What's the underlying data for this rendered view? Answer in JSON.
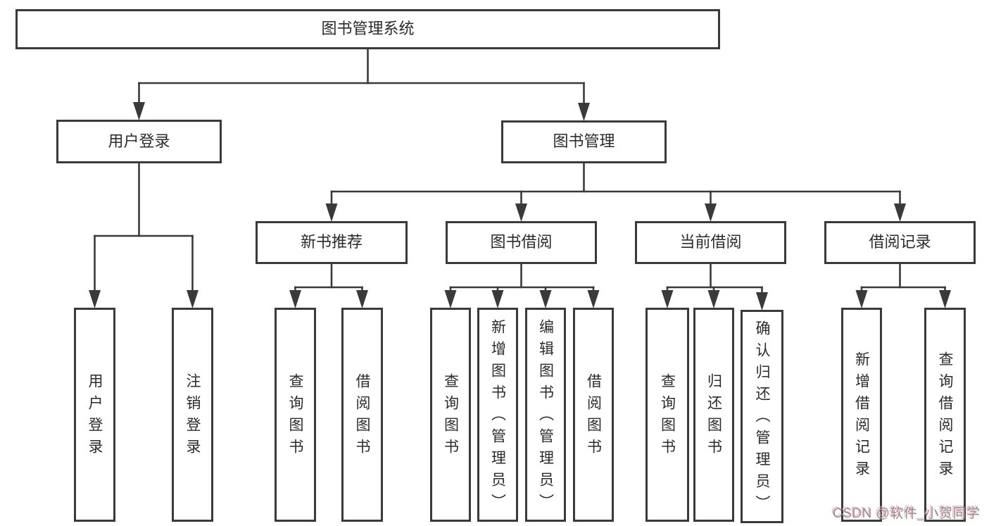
{
  "diagram": {
    "type": "tree",
    "title": "图书管理系统",
    "nodes": [
      {
        "id": "root",
        "label": "图书管理系统",
        "parent": null
      },
      {
        "id": "user-login",
        "label": "用户登录",
        "parent": "root"
      },
      {
        "id": "book-mgmt",
        "label": "图书管理",
        "parent": "root"
      },
      {
        "id": "new-book-rec",
        "label": "新书推荐",
        "parent": "book-mgmt"
      },
      {
        "id": "book-borrow",
        "label": "图书借阅",
        "parent": "book-mgmt"
      },
      {
        "id": "current-borrow",
        "label": "当前借阅",
        "parent": "book-mgmt"
      },
      {
        "id": "borrow-records",
        "label": "借阅记录",
        "parent": "book-mgmt"
      },
      {
        "id": "leaf-user-login",
        "label": "用户登录",
        "parent": "user-login"
      },
      {
        "id": "leaf-logout",
        "label": "注销登录",
        "parent": "user-login"
      },
      {
        "id": "leaf-query-books-1",
        "label": "查询图书",
        "parent": "new-book-rec"
      },
      {
        "id": "leaf-borrow-books-1",
        "label": "借阅图书",
        "parent": "new-book-rec"
      },
      {
        "id": "leaf-query-books-2",
        "label": "查询图书",
        "parent": "book-borrow"
      },
      {
        "id": "leaf-add-book",
        "label": "新增图书（管理员）",
        "parent": "book-borrow"
      },
      {
        "id": "leaf-edit-book",
        "label": "编辑图书（管理员）",
        "parent": "book-borrow"
      },
      {
        "id": "leaf-borrow-books-2",
        "label": "借阅图书",
        "parent": "book-borrow"
      },
      {
        "id": "leaf-query-books-3",
        "label": "查询图书",
        "parent": "current-borrow"
      },
      {
        "id": "leaf-return-book",
        "label": "归还图书",
        "parent": "current-borrow"
      },
      {
        "id": "leaf-confirm-return",
        "label": "确认归还（管理员）",
        "parent": "current-borrow"
      },
      {
        "id": "leaf-add-borrow-record",
        "label": "新增借阅记录",
        "parent": "borrow-records"
      },
      {
        "id": "leaf-query-borrow-record",
        "label": "查询借阅记录",
        "parent": "borrow-records"
      }
    ]
  },
  "watermark": {
    "text": "CSDN @软件_小贺同学"
  },
  "colors": {
    "line": "#3a3a3a",
    "box_border": "#3a3a3a",
    "box_fill": "#ffffff",
    "background": "#ffffff",
    "text": "#2b2b2b",
    "watermark_text": "#8f8f8f",
    "watermark_accent": "#f3aebf"
  }
}
